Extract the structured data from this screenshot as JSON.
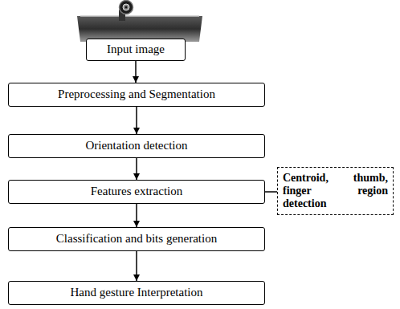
{
  "diagram": {
    "nodes": [
      {
        "text": [
          "Input image"
        ]
      },
      {
        "text": [
          "Preprocessing and Segmentation"
        ]
      },
      {
        "text": [
          "Orientation detection"
        ]
      },
      {
        "text": [
          "Features extraction"
        ]
      },
      {
        "text": [
          "Classification and bits generation"
        ]
      },
      {
        "text": [
          "Hand gesture Interpretation"
        ]
      },
      {
        "text": [
          "Centroid, thumb, finger region detection"
        ]
      }
    ],
    "edges": [
      {
        "from": 0,
        "to": 1,
        "arrow": "to"
      },
      {
        "from": 1,
        "to": 2,
        "arrow": "to"
      },
      {
        "from": 2,
        "to": 3,
        "arrow": "to"
      },
      {
        "from": 3,
        "to": 4,
        "arrow": "to"
      },
      {
        "from": 4,
        "to": 5,
        "arrow": "to"
      },
      {
        "from": 3,
        "to": 6,
        "arrow": "none"
      }
    ]
  }
}
